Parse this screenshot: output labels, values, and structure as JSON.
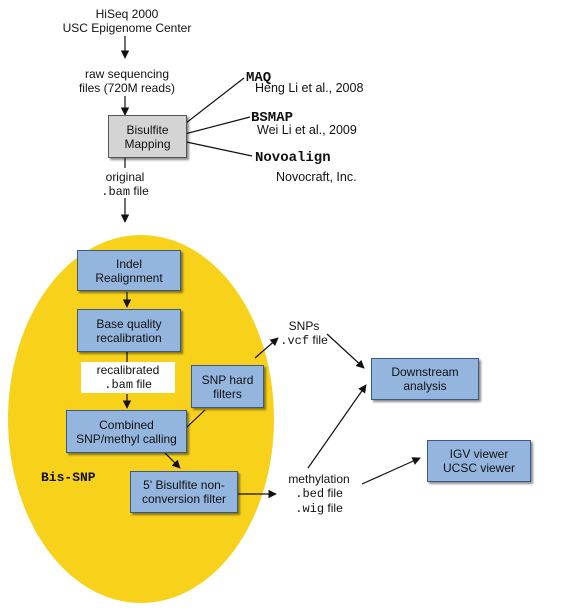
{
  "source": {
    "line1": "HiSeq 2000",
    "line2": "USC Epigenome Center"
  },
  "raw_reads": {
    "line1": "raw sequencing",
    "line2": "files (720M reads)"
  },
  "bisulfite_mapping": {
    "line1": "Bisulfite",
    "line2": "Mapping"
  },
  "aligners": [
    {
      "tool": "MAQ",
      "citation": "Heng Li et al., 2008"
    },
    {
      "tool": "BSMAP",
      "citation": "Wei Li et al., 2009"
    },
    {
      "tool": "Novoalign",
      "citation": "Novocraft, Inc."
    }
  ],
  "original_bam": {
    "line1": "original",
    "ext": ".bam",
    "suffix": " file"
  },
  "indel": {
    "line1": "Indel",
    "line2": "Realignment"
  },
  "base_quality": {
    "line1": "Base quality",
    "line2": "recalibration"
  },
  "recal_bam": {
    "line1": "recalibrated",
    "ext": ".bam",
    "suffix": " file"
  },
  "combined": {
    "line1": "Combined",
    "line2": "SNP/methyl calling"
  },
  "snp_filters": {
    "line1": "SNP hard",
    "line2": "filters"
  },
  "nonconv": {
    "line1": "5' Bisulfite non-",
    "line2": "conversion filter"
  },
  "bis_snp_label": "Bis-SNP",
  "snps_out": {
    "line1": "SNPs",
    "ext": ".vcf",
    "suffix": " file"
  },
  "methylation_out": {
    "line1": "methylation",
    "bed_ext": ".bed",
    "bed_suffix": " file",
    "wig_ext": ".wig",
    "wig_suffix": " file"
  },
  "downstream": {
    "line1": "Downstream",
    "line2": "analysis"
  },
  "viewers": {
    "line1": "IGV viewer",
    "line2": "UCSC viewer"
  },
  "colors": {
    "ellipse": "#f8d21a",
    "process_box": "#93b5de",
    "mapping_box": "#d4d4d4"
  }
}
